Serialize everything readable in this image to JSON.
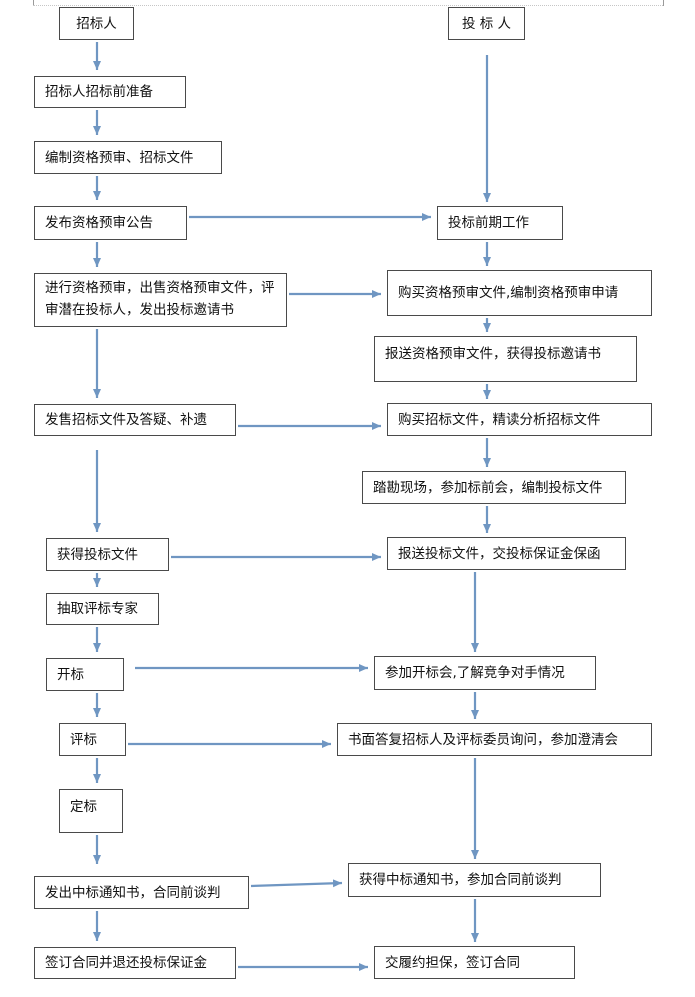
{
  "diagram": {
    "headers": {
      "tenderer": "招标人",
      "bidder": "投 标 人"
    },
    "left_steps": [
      "招标人招标前准备",
      "编制资格预审、招标文件",
      "发布资格预审公告",
      "进行资格预审，出售资格预审文件，评审潜在投标人，发出投标邀请书",
      "发售招标文件及答疑、补遗",
      "获得投标文件",
      "抽取评标专家",
      "开标",
      "评标",
      "定标",
      "发出中标通知书，合同前谈判",
      "签订合同并退还投标保证金"
    ],
    "right_steps": [
      "投标前期工作",
      "购买资格预审文件,编制资格预审申请",
      "报送资格预审文件，获得投标邀请书",
      "购买招标文件，精读分析招标文件",
      "踏勘现场，参加标前会，编制投标文件",
      "报送投标文件，交投标保证金保函",
      "参加开标会,了解竞争对手情况",
      "书面答复招标人及评标委员询问，参加澄清会",
      "获得中标通知书，参加合同前谈判",
      "交履约担保，签订合同"
    ],
    "line_color": "#6f96c2",
    "box_border_color": "#4a4a4a"
  }
}
